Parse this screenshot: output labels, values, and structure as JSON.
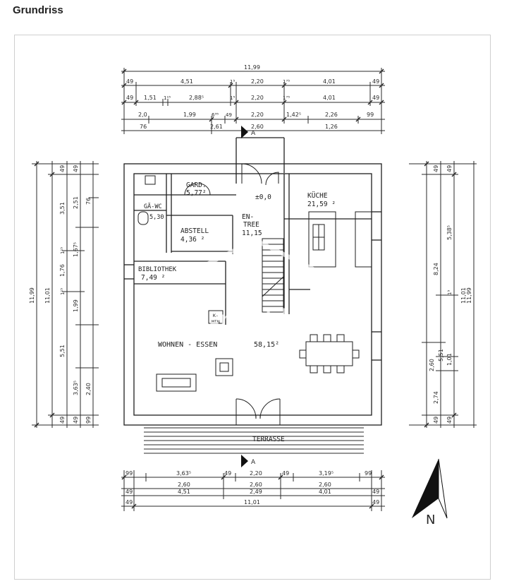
{
  "page": {
    "title": "Grundriss"
  },
  "rooms": {
    "gard": {
      "name": "GARD.",
      "area": "5,77²"
    },
    "gawc": {
      "name": "GÄ-WC",
      "area": "5,30"
    },
    "abstell": {
      "name": "ABSTELL",
      "area": "4,36 ²"
    },
    "entree": {
      "name1": "EN-",
      "name2": "TREE",
      "area": "11,15"
    },
    "kueche": {
      "name": "KÜCHE",
      "area": "21,59 ²"
    },
    "bibliothek": {
      "name": "BIBLIOTHEK",
      "area": "7,49 ²"
    },
    "wohnen": {
      "name": "WOHNEN - ESSEN",
      "area": "58,15²"
    },
    "terrasse": {
      "name": "TERRASSE"
    },
    "kmin": {
      "line1": "K-",
      "line2": "MIN"
    }
  },
  "level": "±0,0",
  "section_marker": "A",
  "north_label": "N",
  "watermark": "ohne-makler",
  "dims": {
    "top": {
      "r1": [
        "11,99"
      ],
      "r2": [
        "49",
        "4,51",
        "1⁵",
        "2,20",
        "1⁷⁵",
        "4,01",
        "49"
      ],
      "r3": [
        "49",
        "1,51",
        "1¹⁵",
        "2,88⁵",
        "1⁵",
        "2,20",
        "1⁷⁵",
        "4,01",
        "49"
      ],
      "r4": [
        "2,0",
        "1,99",
        "6³⁵",
        "49",
        "2,20",
        "1,42⁵",
        "2,26",
        "99"
      ],
      "r5": [
        "76",
        "2,61",
        "2,60",
        "1,26"
      ]
    },
    "bottom": {
      "r1": [
        "99",
        "3,63⁵",
        "49",
        "2,20",
        "49",
        "3,19⁵",
        "99"
      ],
      "r2": [
        "2,60",
        "2,60",
        "2,60"
      ],
      "r3": [
        "49",
        "4,51",
        "2,49",
        "4,01",
        "49"
      ],
      "r4": [
        "49",
        "11,01",
        "49"
      ]
    },
    "left": {
      "r1": [
        "11,99"
      ],
      "r2": [
        "11,01"
      ],
      "r3": [
        "49",
        "3,51",
        "1¹⁵",
        "1,76",
        "1¹⁵",
        "5,51",
        "49"
      ],
      "r4": [
        "49",
        "2,51",
        "1,67⁵",
        "1,99",
        "3,63⁵",
        "49"
      ],
      "r5": [
        "76",
        "2,40",
        "99"
      ]
    },
    "right": {
      "r1": [
        "49",
        "8,24",
        "2,74",
        "49"
      ],
      "r2": [
        "49",
        "5,38⁵",
        "1⁵",
        "1,01",
        "49"
      ],
      "r3": [
        "2,60"
      ],
      "r4": [
        "11,01",
        "5,51"
      ],
      "r5": [
        "11,99"
      ]
    }
  }
}
